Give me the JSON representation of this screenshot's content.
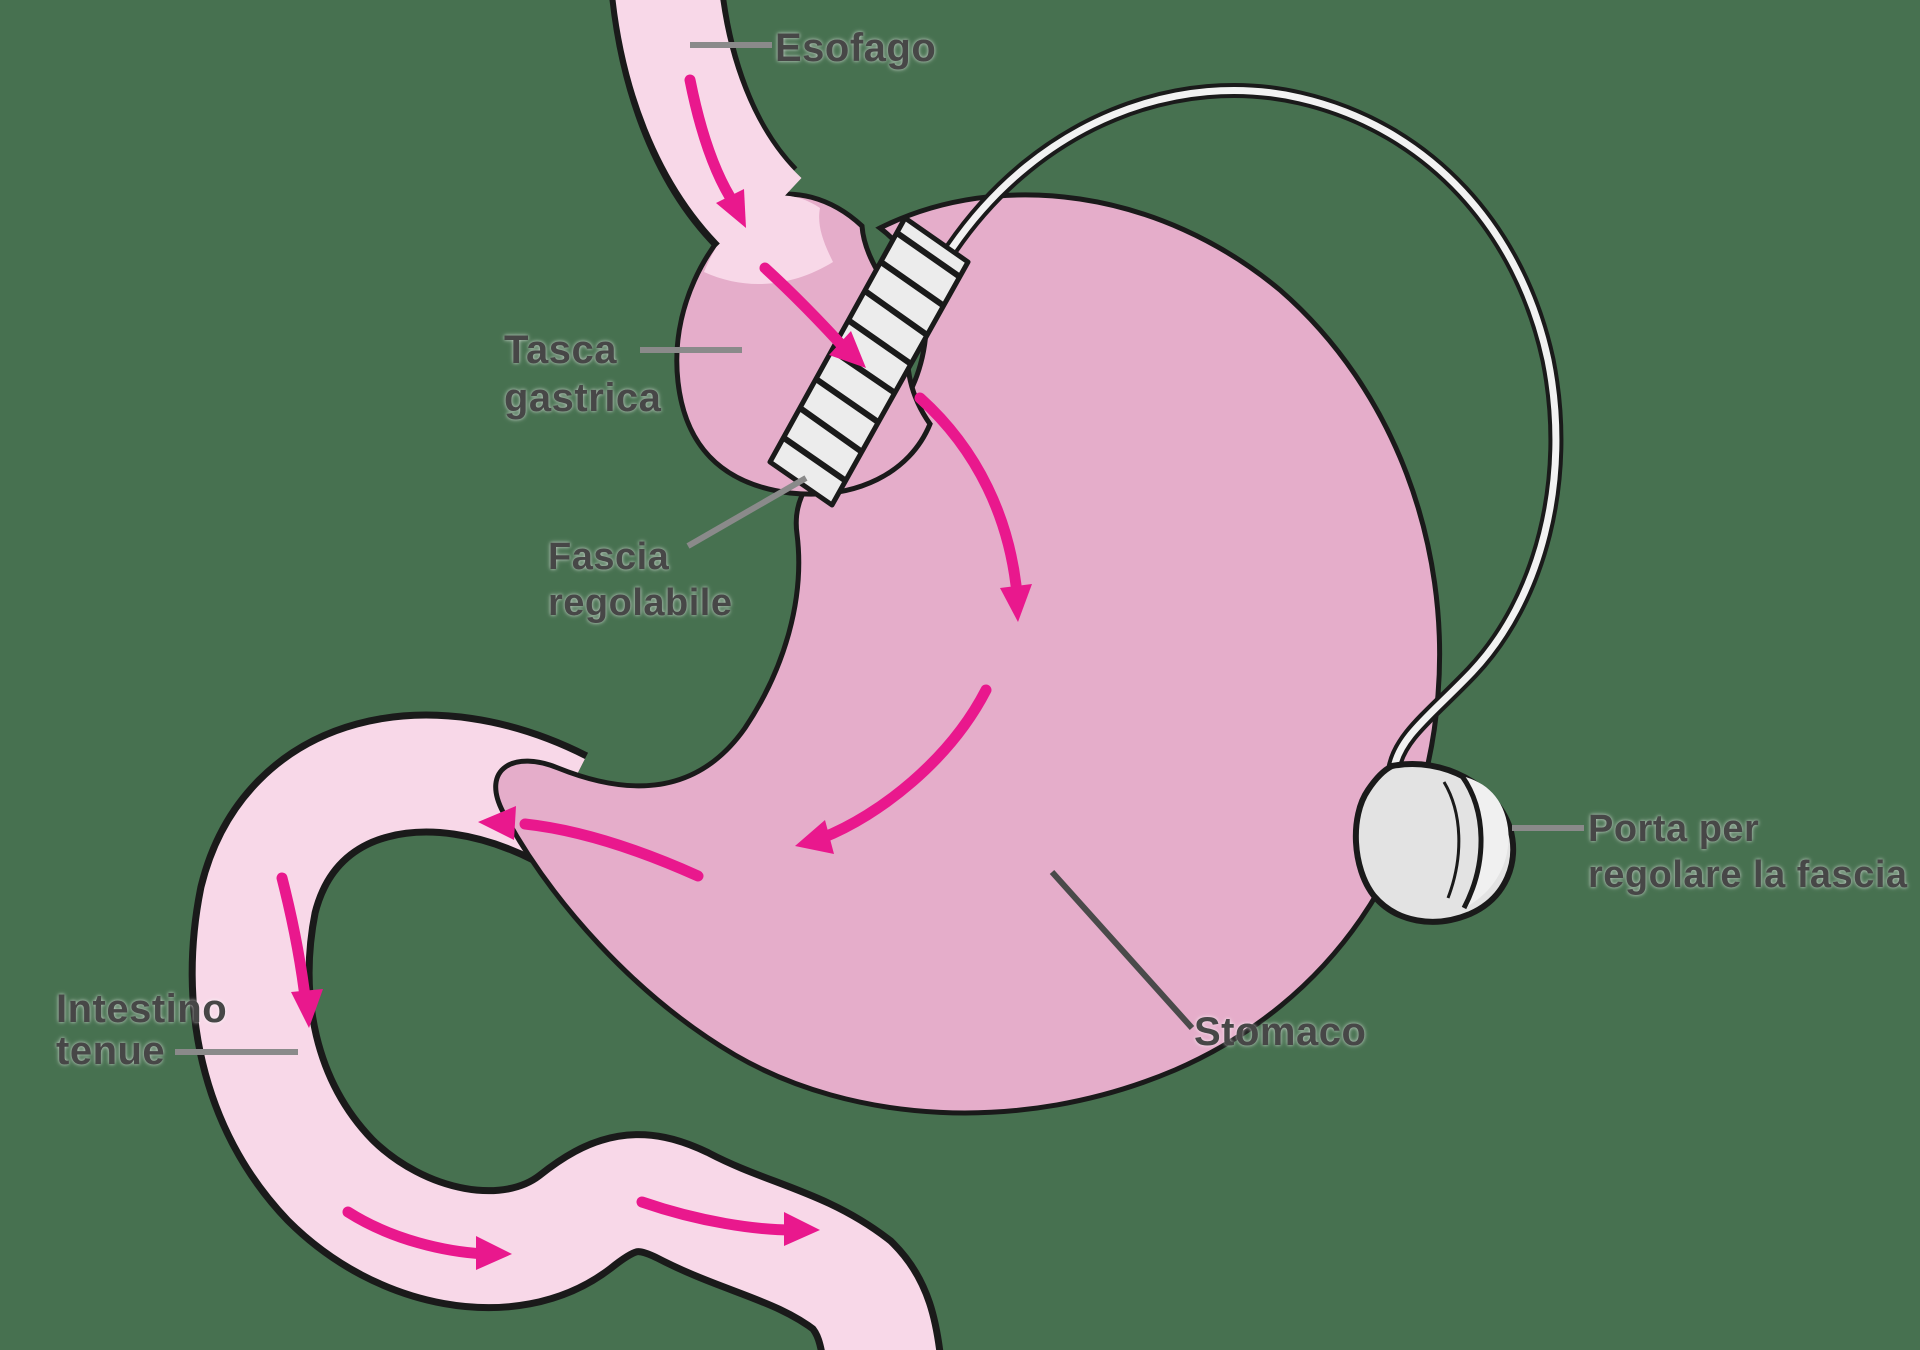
{
  "diagram": {
    "title_hidden": "",
    "labels": {
      "esophagus": "Esofago",
      "gastric_pouch": "Tasca\ngastrica",
      "adjustable_band": "Fascia\nregolabile",
      "port": "Porta per\nregolare la fascia",
      "stomach": "Stomaco",
      "small_intestine": "Intestino\ntenue"
    },
    "colors": {
      "background": "#477150",
      "stomach_pink": "#e5adca",
      "light_pink": "#f8d8e8",
      "outline": "#1a1a1a",
      "arrow": "#e9188d",
      "band_fill": "#ececec",
      "port_fill": "#e3e3e3",
      "port_lens": "#f0f0f0",
      "tube_fill": "#f2f2f2",
      "leader": "#8a8a8a",
      "text": "#474747"
    }
  }
}
